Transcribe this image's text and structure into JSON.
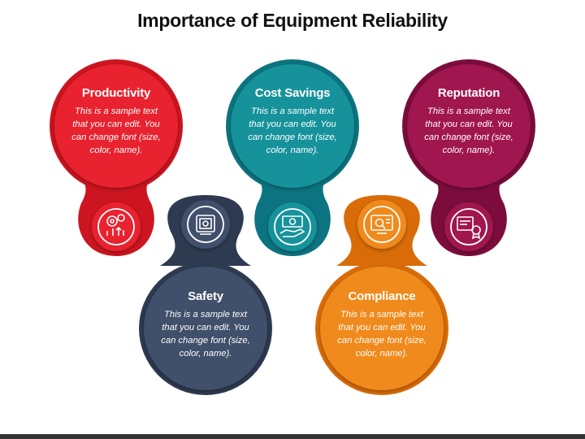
{
  "title": "Importance of Equipment Reliability",
  "colors": {
    "productivity": "#e8202e",
    "cost_savings": "#12929b",
    "reputation": "#a0134f",
    "safety": "#3f4f6b",
    "compliance": "#f08a1e"
  },
  "cards": [
    {
      "heading": "Productivity",
      "body": "This is a sample text that you can edit. You can change font (size, color, name).",
      "icon": "productivity-gears-icon"
    },
    {
      "heading": "Cost Savings",
      "body": "This is a sample text that you can edit. You can change font (size, color, name).",
      "icon": "hand-money-icon"
    },
    {
      "heading": "Reputation",
      "body": "This is a sample text that you can edit. You can change font (size, color, name).",
      "icon": "certificate-gauge-icon"
    },
    {
      "heading": "Safety",
      "body": "This is a sample text that you can edit. You can change font (size, color, name).",
      "icon": "safety-machine-icon"
    },
    {
      "heading": "Compliance",
      "body": "This is a sample text that you can edit. You can change font (size, color, name).",
      "icon": "compliance-screen-icon"
    }
  ]
}
